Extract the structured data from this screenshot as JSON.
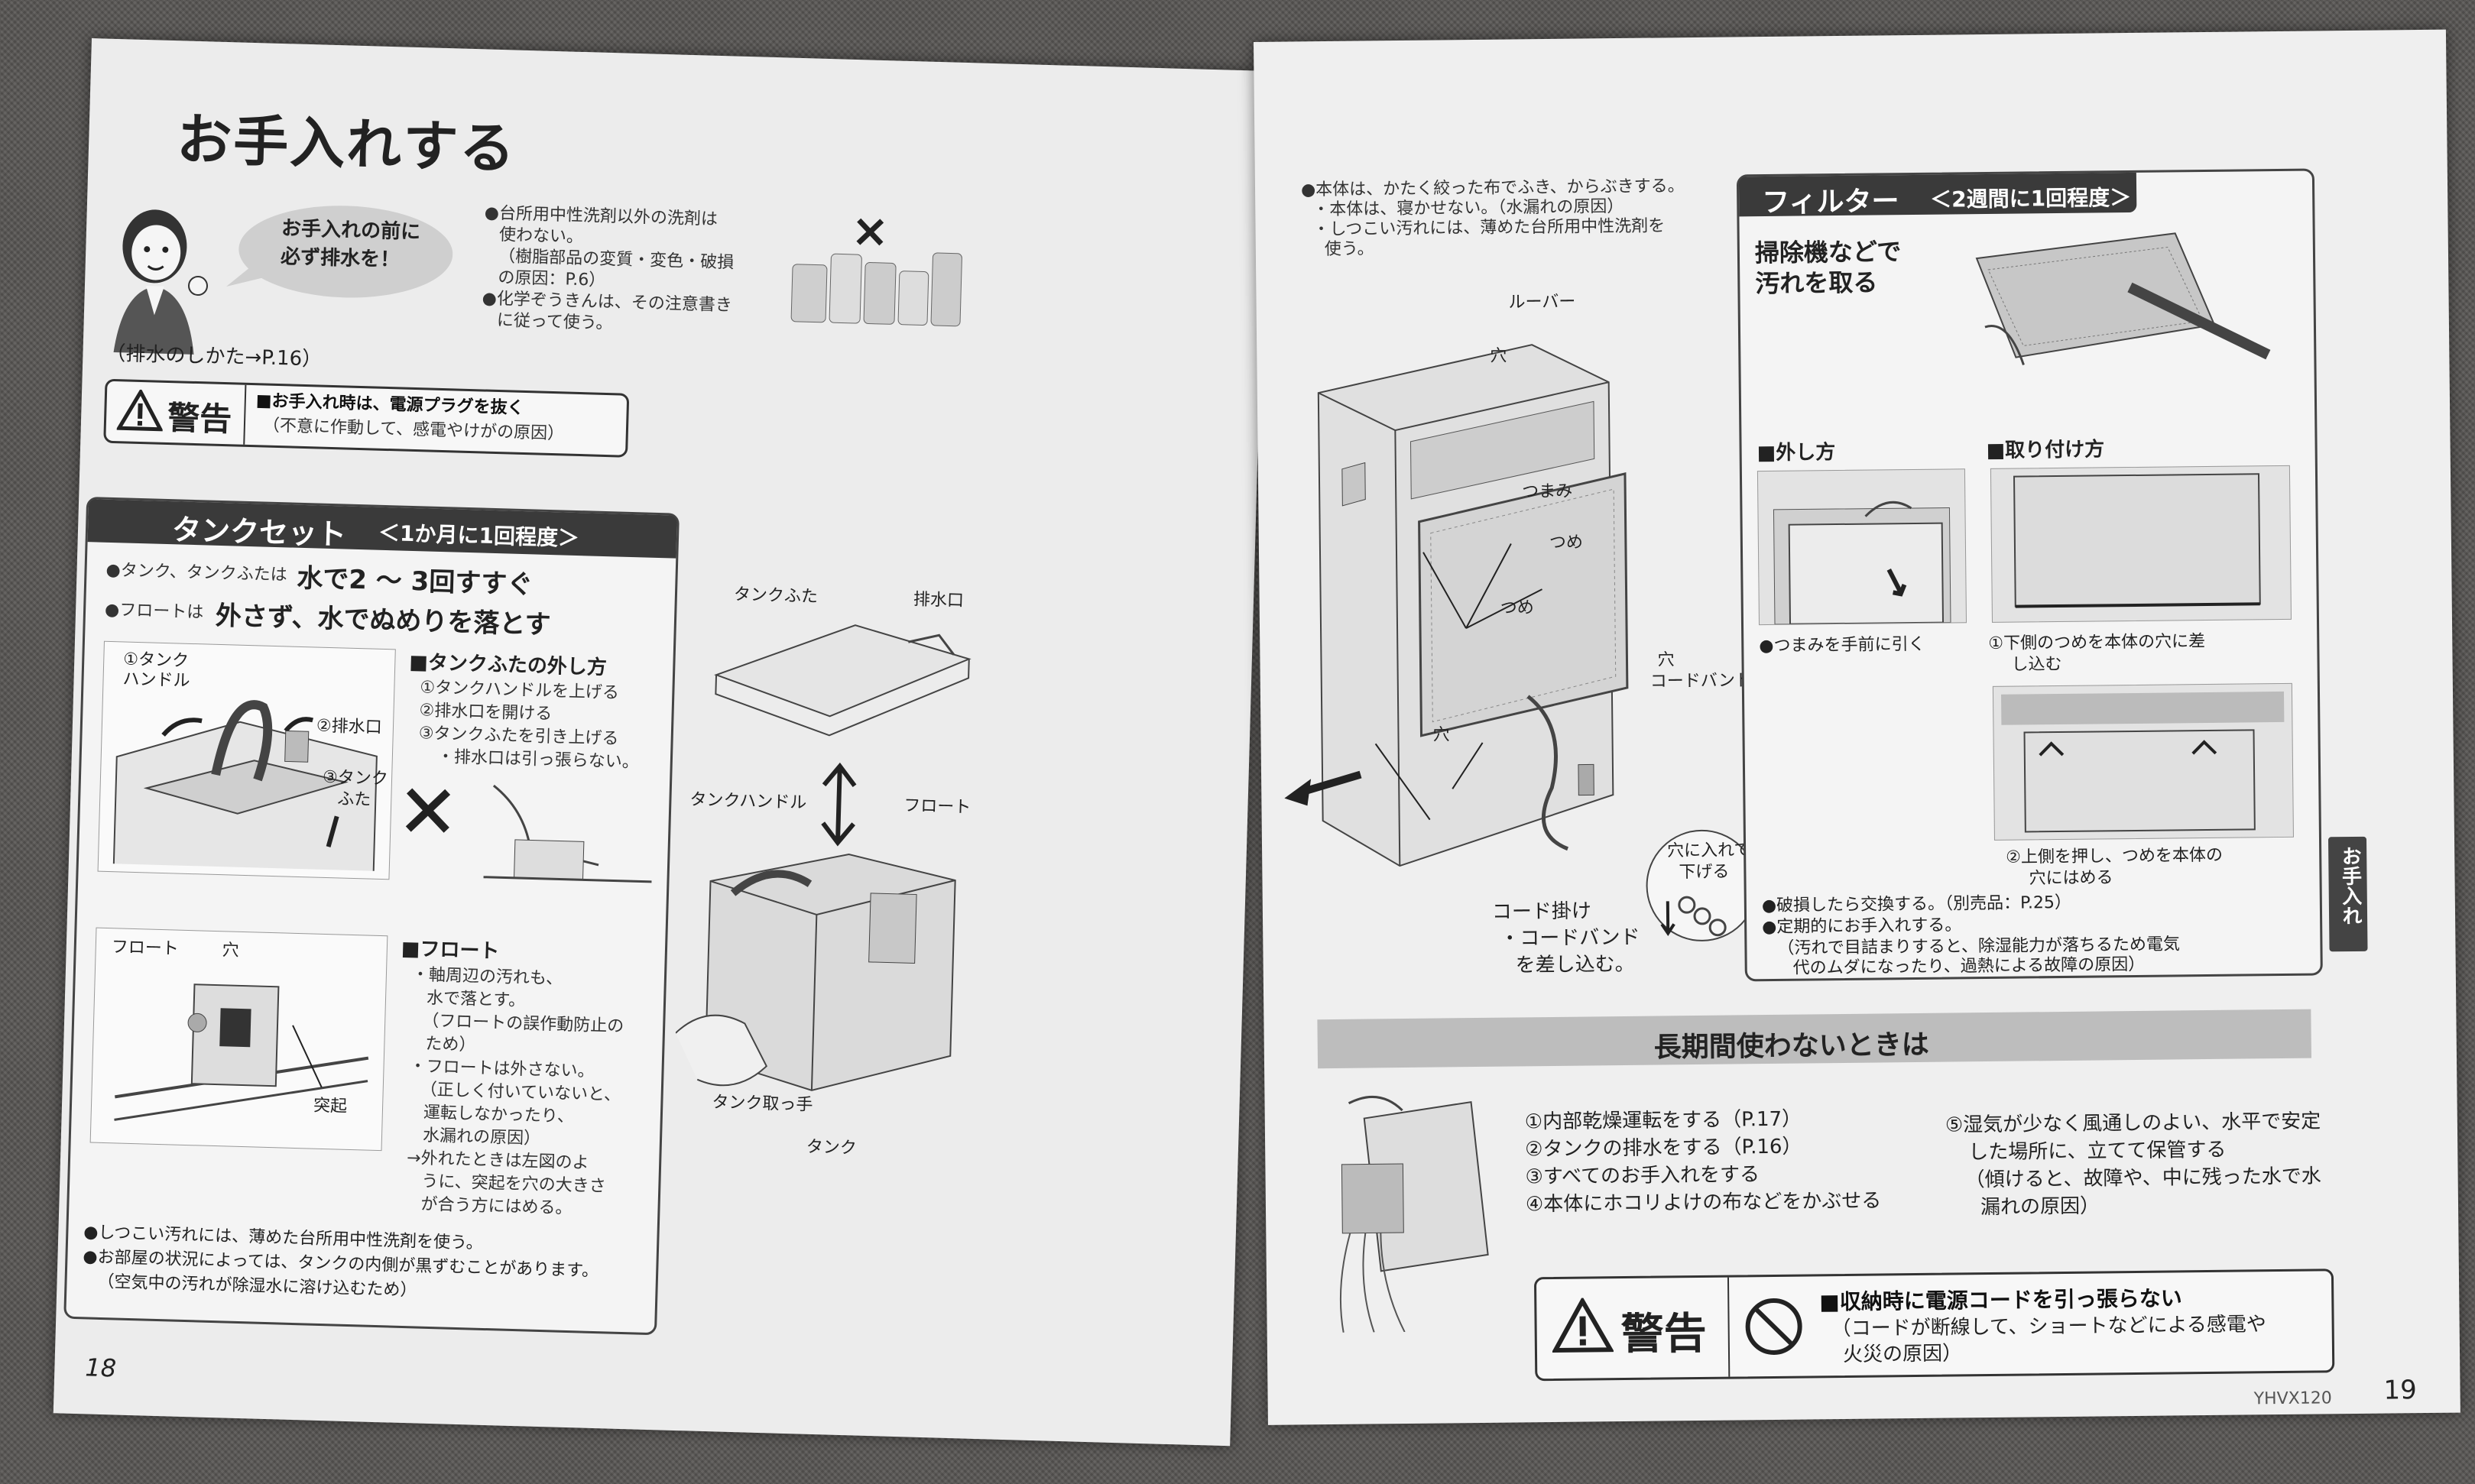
{
  "left": {
    "title": "お手入れする",
    "bubble_line1": "お手入れの前に",
    "bubble_line2": "必ず排水を！",
    "detergent_note_line1": "●台所用中性洗剤以外の洗剤は",
    "detergent_note_line2": "使わない。",
    "detergent_note_line3": "（樹脂部品の変質・変色・破損",
    "detergent_note_line4": "の原因：P.6）",
    "detergent_note_line5": "●化学ぞうきんは、その注意書き",
    "detergent_note_line6": "に従って使う。",
    "drain_ref": "（排水のしかた→P.16）",
    "warning_label": "警告",
    "warning_line1": "■お手入れ時は、電源プラグを抜く",
    "warning_line2": "（不意に作動して、感電やけがの原因）",
    "tank_header": "タンクセット",
    "tank_frequency": "＜1か月に1回程度＞",
    "tank_bullet1_prefix": "●タンク、タンクふたは",
    "tank_bullet1": "水で2 ～ 3回すすぐ",
    "tank_bullet2_prefix": "●フロートは",
    "tank_bullet2": "外さず、水でぬめりを落とす",
    "diag_handle_1": "①タンク",
    "diag_handle_2": "ハンドル",
    "diag_drain": "②排水口",
    "diag_lid_1": "③タンク",
    "diag_lid_2": "ふた",
    "lid_removal_title": "■タンクふたの外し方",
    "lid_step1": "①タンクハンドルを上げる",
    "lid_step2": "②排水口を開ける",
    "lid_step3": "③タンクふたを引き上げる",
    "lid_step4": "・排水口は引っ張らない。",
    "float_diag_float": "フロート",
    "float_diag_hole": "穴",
    "float_diag_tab": "突起",
    "float_title": "■フロート",
    "float_line1": "・軸周辺の汚れも、",
    "float_line2": "水で落とす。",
    "float_line3": "（フロートの誤作動防止の",
    "float_line4": "ため）",
    "float_line5": "・フロートは外さない。",
    "float_line6": "（正しく付いていないと、",
    "float_line7": "運転しなかったり、",
    "float_line8": "水漏れの原因）",
    "float_line9": "→外れたときは左図のよ",
    "float_line10": "うに、突起を穴の大きさ",
    "float_line11": "が合う方にはめる。",
    "tank_bottom1": "●しつこい汚れには、薄めた台所用中性洗剤を使う。",
    "tank_bottom2": "●お部屋の状況によっては、タンクの内側が黒ずむことがあります。",
    "tank_bottom3": "（空気中の汚れが除湿水に溶け込むため）",
    "label_tank_lid": "タンクふた",
    "label_drain": "排水口",
    "label_tank_handle": "タンクハンドル",
    "label_float": "フロート",
    "label_tank_grip": "タンク取っ手",
    "label_tank": "タンク",
    "page_number": "18"
  },
  "right": {
    "body_note_line1": "●本体は、かたく絞った布でふき、からぶきする。",
    "body_note_line2": "・本体は、寝かせない。（水漏れの原因）",
    "body_note_line3": "・しつこい汚れには、薄めた台所用中性洗剤を",
    "body_note_line4": "使う。",
    "label_louver": "ルーバー",
    "label_hole": "穴",
    "label_knob": "つまみ",
    "label_claw": "つめ",
    "label_claw2": "つめ",
    "label_hole2": "穴",
    "label_hole3": "穴",
    "label_cord_band": "コードバンド",
    "label_cord_hook": "コード掛け",
    "label_cord_insert_1": "・コードバンド",
    "label_cord_insert_2": "を差し込む。",
    "label_insert_hole_1": "穴に入れて",
    "label_insert_hole_2": "下げる",
    "filter_header": "フィルター",
    "filter_frequency": "＜2週間に1回程度＞",
    "filter_vacuum_1": "掃除機などで",
    "filter_vacuum_2": "汚れを取る",
    "filter_remove_title": "■外し方",
    "filter_attach_title": "■取り付け方",
    "filter_remove_caption": "●つまみを手前に引く",
    "filter_attach_caption1_1": "①下側のつめを本体の穴に差",
    "filter_attach_caption1_2": "し込む",
    "filter_attach_caption2_1": "②上側を押し、つめを本体の",
    "filter_attach_caption2_2": "穴にはめる",
    "filter_note1": "●破損したら交換する。（別売品：P.25）",
    "filter_note2": "●定期的にお手入れする。",
    "filter_note3": "（汚れで目詰まりすると、除湿能力が落ちるため電気",
    "filter_note4": "代のムダになったり、過熱による故障の原因）",
    "side_tab": "お手入れ",
    "longterm_header": "長期間使わないときは",
    "lt_step1": "①内部乾燥運転をする（P.17）",
    "lt_step2": "②タンクの排水をする（P.16）",
    "lt_step3": "③すべてのお手入れをする",
    "lt_step4": "④本体にホコリよけの布などをかぶせる",
    "lt_step5_1": "⑤湿気が少なく風通しのよい、水平で安定",
    "lt_step5_2": "した場所に、立てて保管する",
    "lt_step5_3": "（傾けると、故障や、中に残った水で水",
    "lt_step5_4": "漏れの原因）",
    "warning_label": "警告",
    "warning_line1": "■収納時に電源コードを引っ張らない",
    "warning_line2": "（コードが断線して、ショートなどによる感電や",
    "warning_line3": "火災の原因）",
    "model": "YHVX120",
    "page_number": "19"
  }
}
